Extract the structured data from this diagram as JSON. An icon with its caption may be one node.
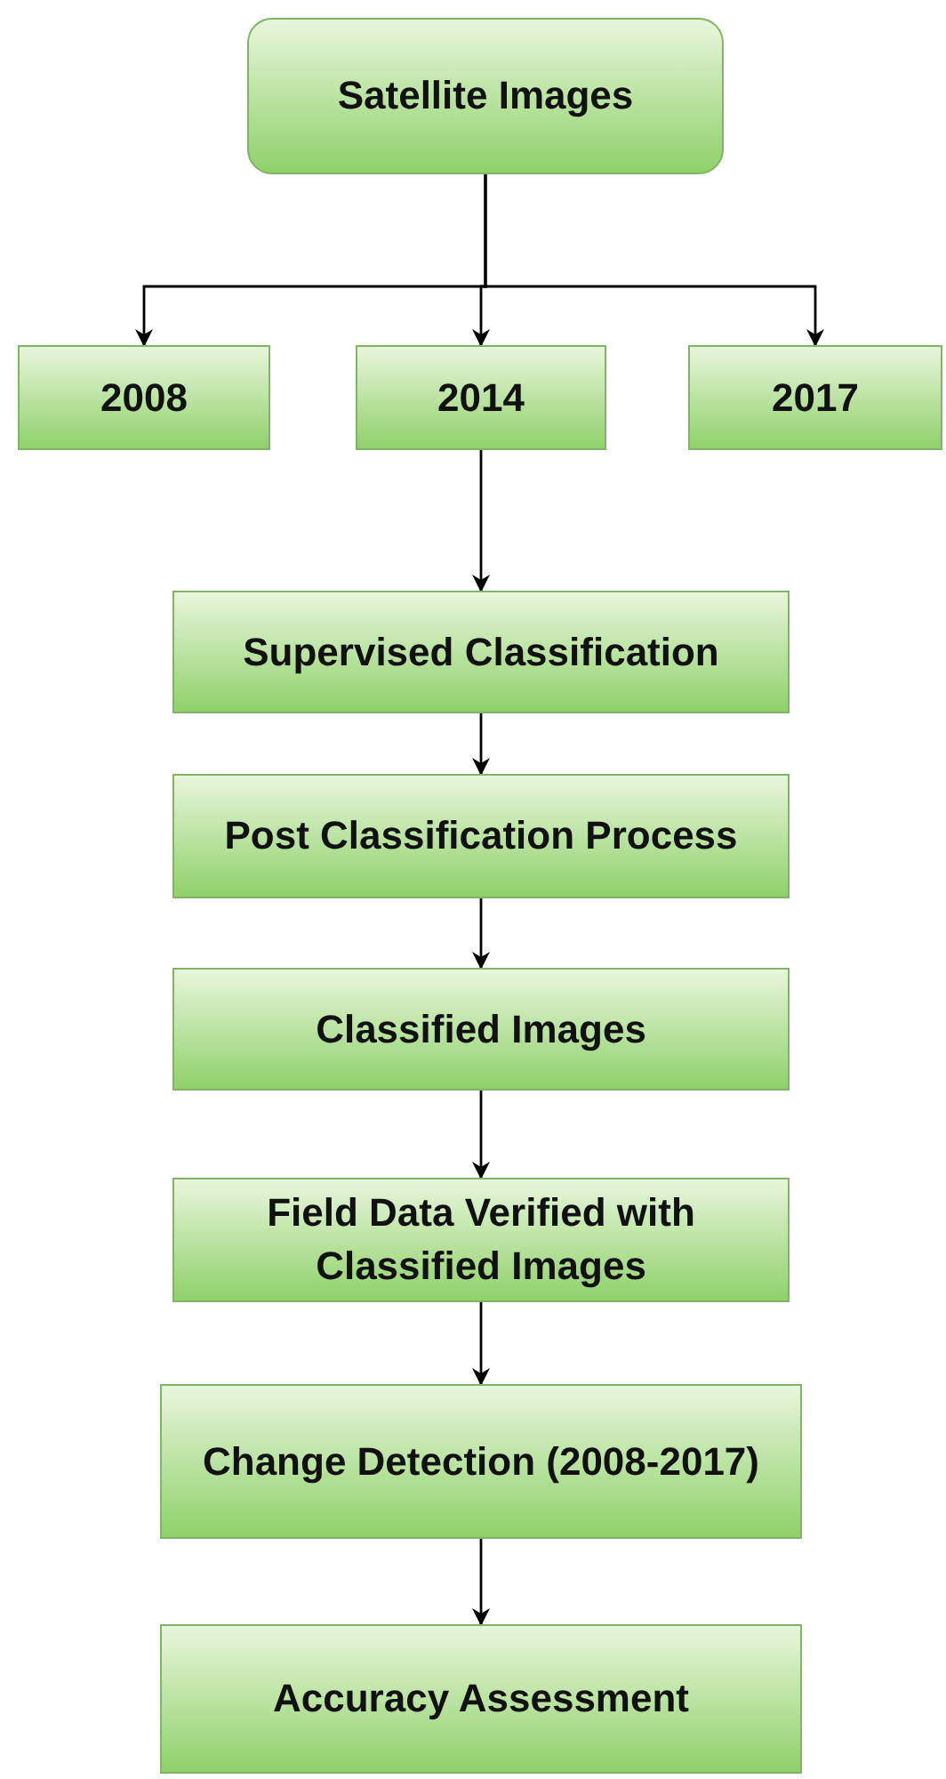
{
  "diagram": {
    "nodes": [
      {
        "text": [
          "Satellite Images"
        ]
      },
      {
        "text": [
          "2008"
        ]
      },
      {
        "text": [
          "2014"
        ]
      },
      {
        "text": [
          "2017"
        ]
      },
      {
        "text": [
          "Supervised Classification"
        ]
      },
      {
        "text": [
          "Post Classification Process"
        ]
      },
      {
        "text": [
          "Classified Images"
        ]
      },
      {
        "text": [
          "Field Data Verified with Classified Images"
        ]
      },
      {
        "text": [
          "Change Detection (2008-2017)"
        ]
      },
      {
        "text": [
          "Accuracy Assessment"
        ]
      }
    ],
    "edges": [
      {
        "from": 0,
        "to": 1,
        "arrow": "to"
      },
      {
        "from": 0,
        "to": 2,
        "arrow": "to"
      },
      {
        "from": 0,
        "to": 3,
        "arrow": "to"
      },
      {
        "from": 2,
        "to": 4,
        "arrow": "to"
      },
      {
        "from": 4,
        "to": 5,
        "arrow": "to"
      },
      {
        "from": 5,
        "to": 6,
        "arrow": "to"
      },
      {
        "from": 6,
        "to": 7,
        "arrow": "to"
      },
      {
        "from": 7,
        "to": 8,
        "arrow": "to"
      },
      {
        "from": 8,
        "to": 9,
        "arrow": "to"
      }
    ]
  }
}
